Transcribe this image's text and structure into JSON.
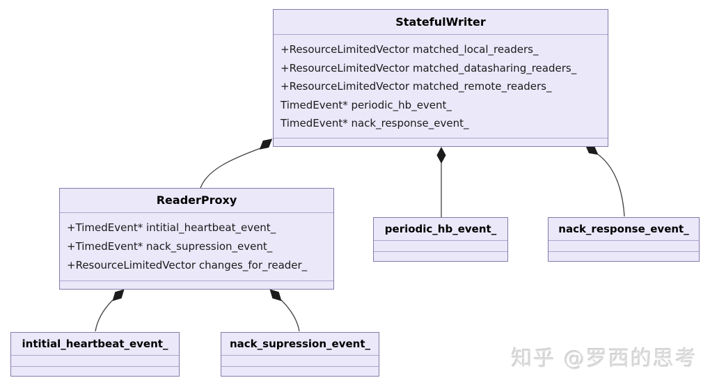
{
  "diagram": {
    "type": "uml-class-diagram",
    "classes": [
      {
        "name": "StatefulWriter",
        "attributes": [
          "+ResourceLimitedVector matched_local_readers_",
          "+ResourceLimitedVector matched_datasharing_readers_",
          "+ResourceLimitedVector matched_remote_readers_",
          "TimedEvent* periodic_hb_event_",
          "TimedEvent* nack_response_event_"
        ],
        "methods": []
      },
      {
        "name": "ReaderProxy",
        "attributes": [
          "+TimedEvent* intitial_heartbeat_event_",
          "+TimedEvent* nack_supression_event_",
          "+ResourceLimitedVector changes_for_reader_"
        ],
        "methods": []
      },
      {
        "name": "periodic_hb_event_",
        "attributes": [],
        "methods": []
      },
      {
        "name": "nack_response_event_",
        "attributes": [],
        "methods": []
      },
      {
        "name": "intitial_heartbeat_event_",
        "attributes": [],
        "methods": []
      },
      {
        "name": "nack_supression_event_",
        "attributes": [],
        "methods": []
      }
    ],
    "relations": [
      {
        "from": "StatefulWriter",
        "to": "ReaderProxy",
        "type": "composition"
      },
      {
        "from": "StatefulWriter",
        "to": "periodic_hb_event_",
        "type": "composition"
      },
      {
        "from": "StatefulWriter",
        "to": "nack_response_event_",
        "type": "composition"
      },
      {
        "from": "ReaderProxy",
        "to": "intitial_heartbeat_event_",
        "type": "composition"
      },
      {
        "from": "ReaderProxy",
        "to": "nack_supression_event_",
        "type": "composition"
      }
    ],
    "colors": {
      "box_fill": "#EAE8F9",
      "box_border": "#8678A9",
      "separator": "#AFA3CF",
      "edge": "#404040",
      "diamond": "#1c1c1c",
      "text": "#1a1a1a"
    }
  },
  "watermark": {
    "text": "知乎 @罗西的思考"
  }
}
